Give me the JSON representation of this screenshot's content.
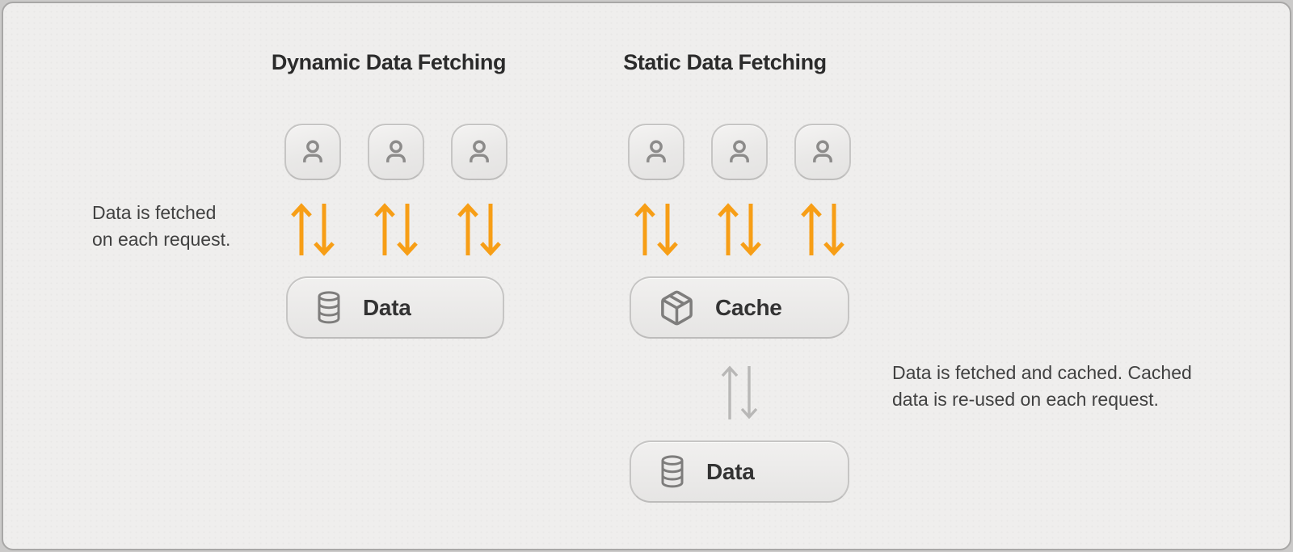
{
  "diagram": {
    "left": {
      "title": "Dynamic Data Fetching",
      "caption_line1": "Data is fetched",
      "caption_line2": "on each request.",
      "data_box_label": "Data",
      "user_count": 3
    },
    "right": {
      "title": "Static Data Fetching",
      "caption_line1": "Data is fetched and cached. Cached",
      "caption_line2": "data is re-used on each request.",
      "cache_box_label": "Cache",
      "data_box_label": "Data",
      "user_count": 3
    },
    "icons": {
      "user": "user-icon",
      "database": "database-icon",
      "cache": "package-icon",
      "request_arrows": "up-down-arrows-icon"
    }
  },
  "colors": {
    "accent_orange": "#F79E16",
    "arrow_gray": "#B8B7B6",
    "card_bg": "#EFEEED",
    "card_border": "#A8A7A6",
    "box_border": "#C6C5C4",
    "title_color": "#2B2B2B",
    "label_color": "#333333",
    "caption_color": "#414141",
    "icon_stroke": "#7E7D7C"
  }
}
